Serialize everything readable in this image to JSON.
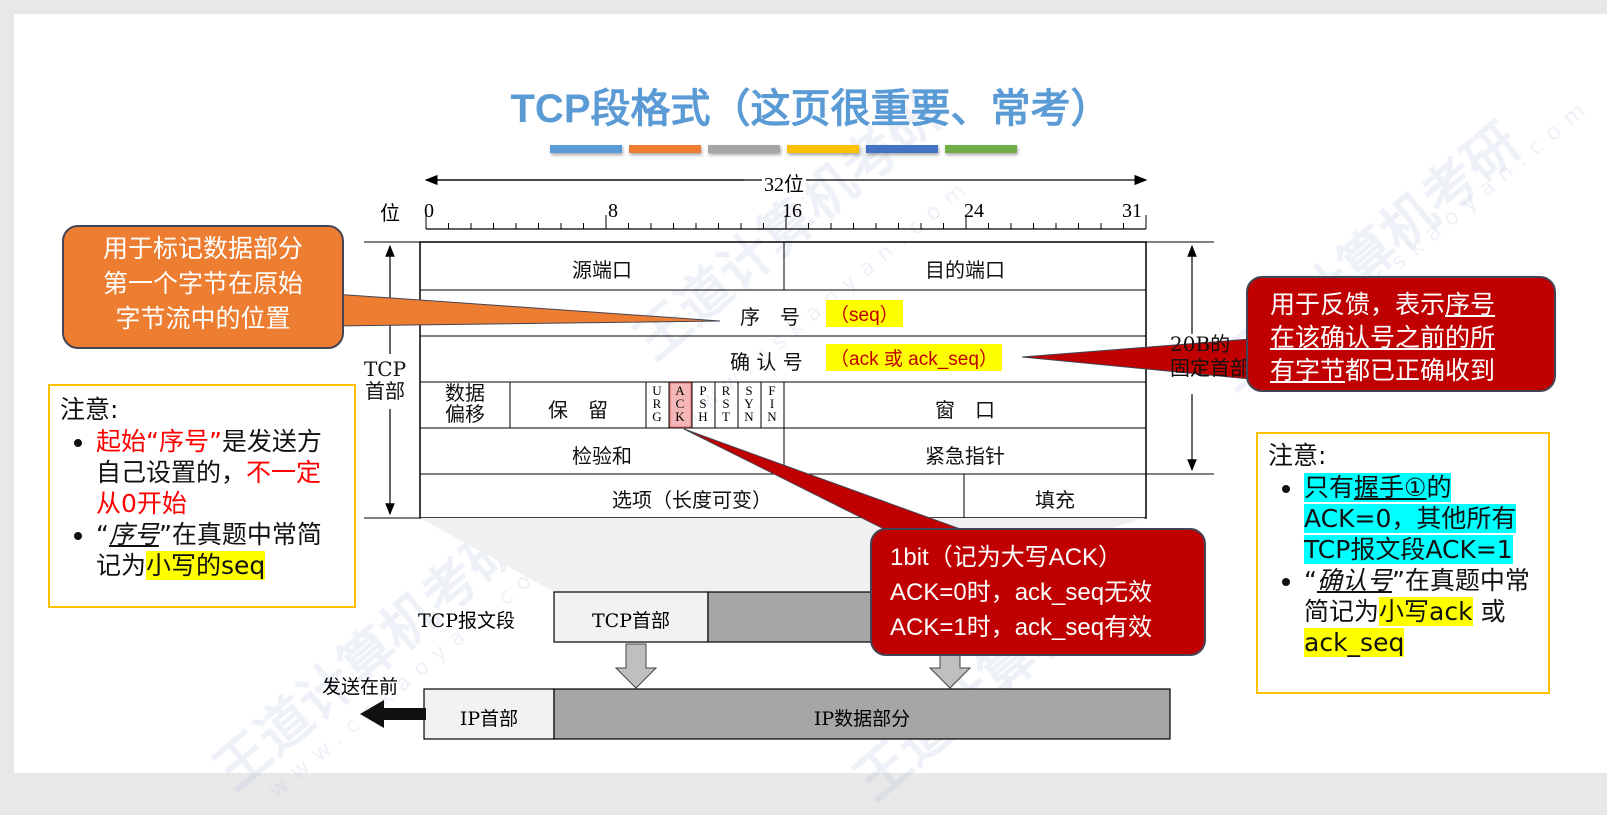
{
  "title": "TCP段格式（这页很重要、常考）",
  "accent_bars": [
    "#5b9bd5",
    "#ed7d31",
    "#a5a5a5",
    "#ffc000",
    "#4472c4",
    "#70ad47"
  ],
  "diagram": {
    "width_label": "32位",
    "bit_label": "位",
    "ticks": [
      "0",
      "8",
      "16",
      "24",
      "31"
    ],
    "header_side_label": "TCP\n首部",
    "size_label": "20B的\n固定首部",
    "rows": {
      "src_port": "源端口",
      "dst_port": "目的端口",
      "seq": "序　号",
      "seq_tag": "（seq）",
      "ack": "确 认 号",
      "ack_tag": "（ack 或 ack_seq）",
      "data_offset": "数据\n偏移",
      "reserved": "保　留",
      "window": "窗　口",
      "checksum": "检验和",
      "urgent": "紧急指针",
      "options": "选项（长度可变）",
      "padding": "填充"
    },
    "flags": [
      "URG",
      "ACK",
      "PSH",
      "RST",
      "SYN",
      "FIN"
    ]
  },
  "segments": {
    "tcp_segment_label": "TCP报文段",
    "tcp_header": "TCP首部",
    "send_first": "发送在前",
    "ip_header": "IP首部",
    "ip_data": "IP数据部分"
  },
  "callouts": {
    "orange": "用于标记数据部分\n第一个字节在原始\n字节流中的位置",
    "red_right": {
      "t1": "用于反馈，表示",
      "t2": "序号",
      "t3": "在该确认号之前的所",
      "t4": "有字节",
      "t5": "都已正确收到"
    },
    "red_bottom": "1bit（记为大写ACK）\nACK=0时，ack_seq无效\nACK=1时，ack_seq有效"
  },
  "note_left": {
    "heading": "注意:",
    "item1_red1": "起始“序号”",
    "item1_black": "是发送方自己设置的，",
    "item1_red2": "不一定从0开始",
    "item2_a": "“",
    "item2_b": "序号",
    "item2_c": "”在真题中常简记为",
    "item2_hl": "小写的seq"
  },
  "note_right": {
    "heading": "注意:",
    "item1_a": "只有",
    "item1_b": "握手①",
    "item1_c": "的ACK=0，其他所有TCP报文段ACK=1",
    "item2_a": "“",
    "item2_b": "确认号",
    "item2_c": "”在真题中常简记为",
    "item2_hl1": "小写ack",
    "item2_mid": " 或 ",
    "item2_hl2": "ack_seq"
  },
  "watermark": {
    "brand": "王道计算机考研",
    "site": "www.cskaoyan.com"
  },
  "colors": {
    "title": "#5b9bd5",
    "orange_callout": "#ed7d31",
    "red_callout": "#c00000",
    "note_border": "#ffc000",
    "segment_gray": "#a6a6a6"
  }
}
